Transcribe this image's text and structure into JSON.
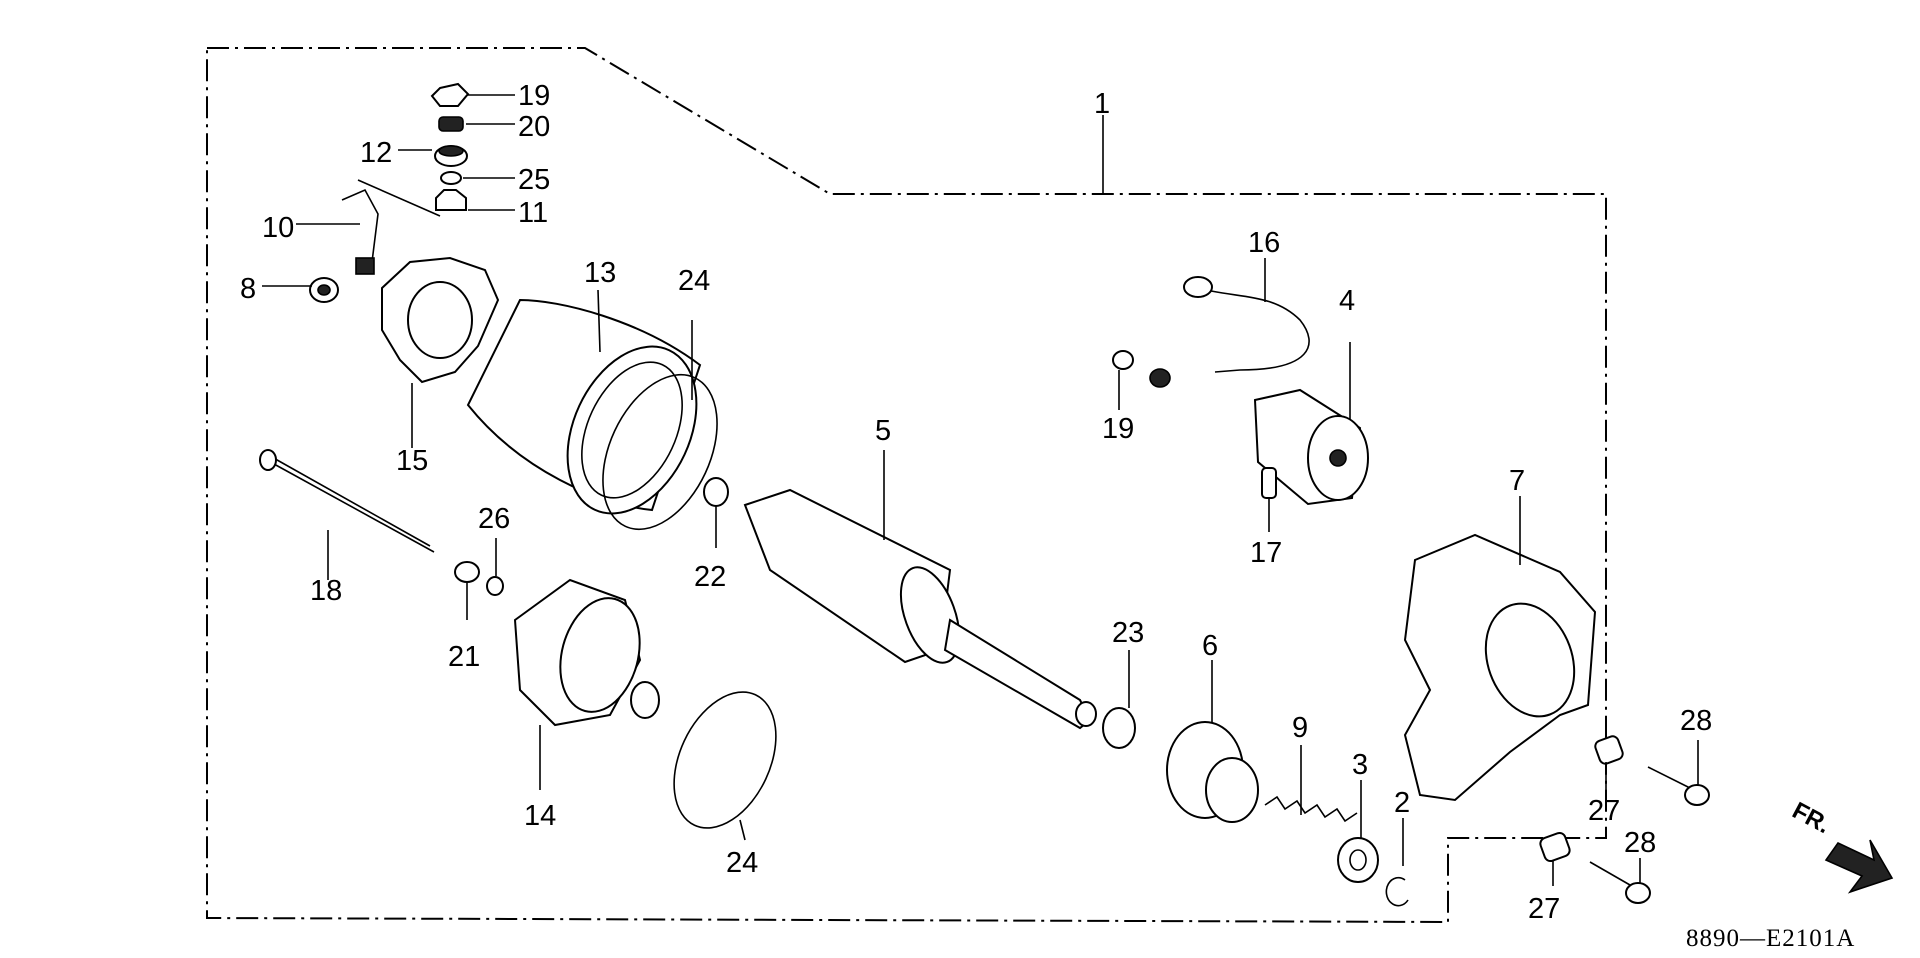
{
  "drawing_code": "8890—E2101A",
  "direction_label": "FR.",
  "callouts": {
    "c1": "1",
    "c2": "2",
    "c3": "3",
    "c4": "4",
    "c5": "5",
    "c6": "6",
    "c7": "7",
    "c8": "8",
    "c9": "9",
    "c10": "10",
    "c11": "11",
    "c12": "12",
    "c13": "13",
    "c14": "14",
    "c15": "15",
    "c16": "16",
    "c17": "17",
    "c18": "18",
    "c19a": "19",
    "c19b": "19",
    "c20": "20",
    "c21": "21",
    "c22": "22",
    "c23": "23",
    "c24a": "24",
    "c24b": "24",
    "c25": "25",
    "c26": "26",
    "c27a": "27",
    "c27b": "27",
    "c28a": "28",
    "c28b": "28"
  }
}
